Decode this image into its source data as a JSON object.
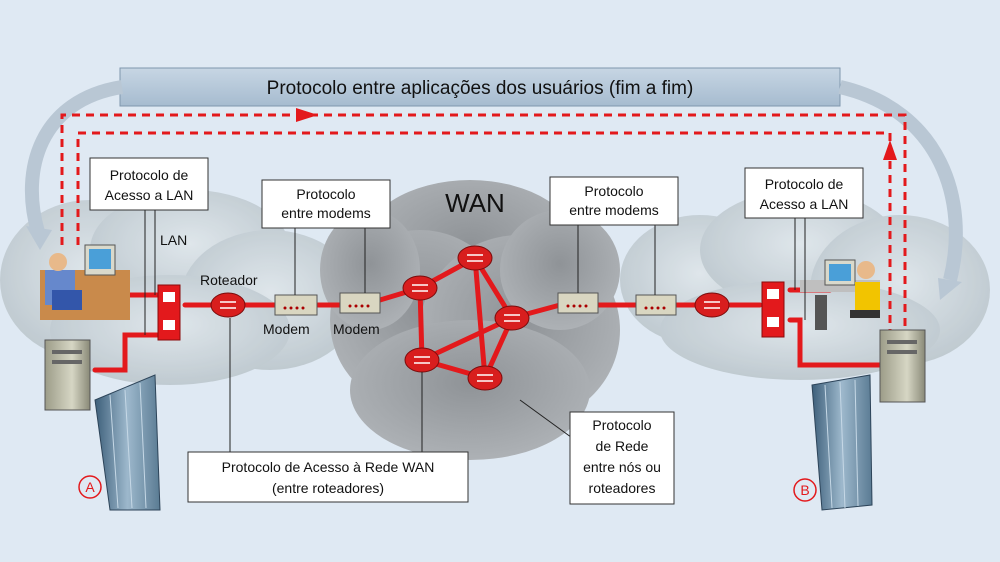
{
  "banner": {
    "text": "Protocolo entre aplicações dos usuários (fim a fim)"
  },
  "wan": {
    "title": "WAN"
  },
  "left": {
    "lan_protocol": [
      "Protocolo de",
      "Acesso a LAN"
    ],
    "lan_label": "LAN",
    "router_label": "Roteador",
    "modem_protocol": [
      "Protocolo",
      "entre modems"
    ],
    "modem_a": "Modem",
    "modem_b": "Modem",
    "wan_access": [
      "Protocolo de Acesso à Rede WAN",
      "(entre roteadores)"
    ],
    "site": "A"
  },
  "right": {
    "modem_protocol": [
      "Protocolo",
      "entre modems"
    ],
    "lan_protocol": [
      "Protocolo de",
      "Acesso a LAN"
    ],
    "site": "B"
  },
  "network_protocol": [
    "Protocolo",
    "de Rede",
    "entre nós ou",
    "roteadores"
  ],
  "colors": {
    "link": "#e3191c",
    "cloud": "#9ea3a6",
    "banner": "#b3c5d6",
    "router": "#d81e1e"
  }
}
